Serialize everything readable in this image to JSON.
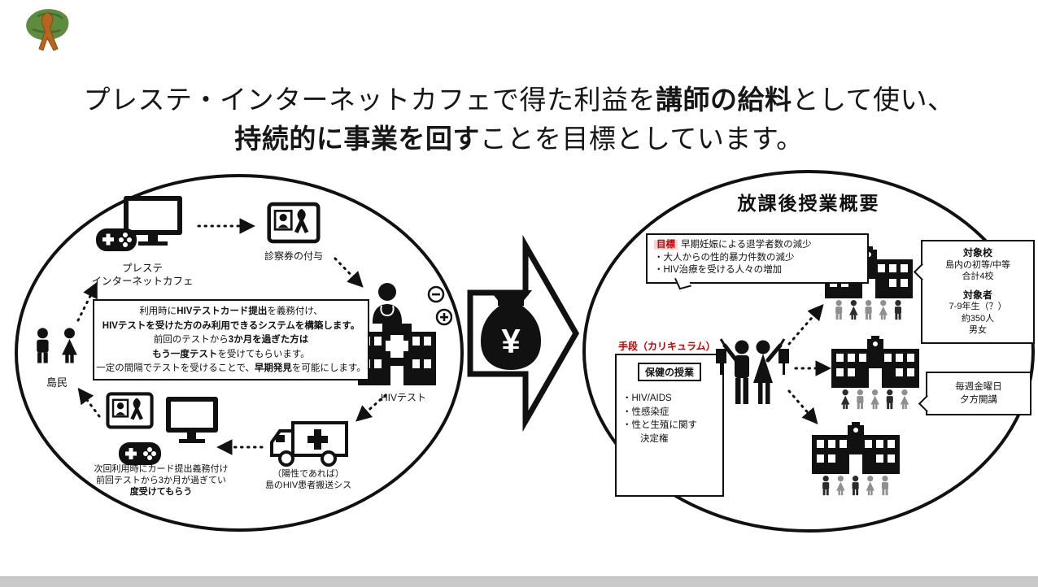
{
  "colors": {
    "ink": "#111111",
    "accent_red": "#c00000",
    "leaf_green": "#5d8c3e",
    "ribbon_orange": "#b5651d",
    "bottom_bar_gray": "#c9c9c9"
  },
  "icons": {
    "logo": "awareness-ribbon-on-green-leaf",
    "cafe": "gamepad-and-monitor",
    "card": "id-card-with-ribbon",
    "doctor_hospital": "doctor-and-hospital",
    "minus": "circled-minus",
    "plus": "circled-plus",
    "islanders": "man-and-woman",
    "recheck": "card-monitor-gamepad",
    "ambulance": "ambulance",
    "money_bag": "money-bag-with-yen",
    "teachers": "two-teachers-with-pointers",
    "school": "school-building",
    "students": "row-of-people"
  },
  "title": {
    "line1_pre": "プレステ・インターネットカフェで得た利益を",
    "line1_bold": "講師の給料",
    "line1_post": "として使い、",
    "line2_bold": "持続的に事業を回す",
    "line2_post": "ことを目標としています。"
  },
  "left_cycle": {
    "cafe_line1": "プレステ",
    "cafe_line2": "インターネットカフェ",
    "card_label": "診察券の付与",
    "hiv_test_label": "HIVテスト",
    "islanders_label": "島民",
    "center_box": {
      "l1_pre": "利用時に",
      "l1_bold": "HIVテストカード提出",
      "l1_post": "を義務付け、",
      "l2_bold": "HIVテストを受けた方のみ利用できるシステムを構築します。",
      "l3_pre": "前回のテストから",
      "l3_bold": "3か月を過ぎた方は",
      "l4_bold": "もう一度テスト",
      "l4_post": "を受けてもらいます。",
      "l5_pre": "一定の間隔でテストを受けることで、",
      "l5_bold": "早期発見",
      "l5_post": "を可能にします。"
    },
    "recheck_line1": "次回利用時にカード提出義務付け",
    "recheck_line2": "前回テストから3か月が過ぎてい",
    "recheck_line3": "度受けてもらう",
    "ambulance_line1": "（陽性であれば）",
    "ambulance_line2": "島のHIV患者搬送シス"
  },
  "money_bag": {
    "currency": "¥"
  },
  "right_overview": {
    "title": "放課後授業概要",
    "goal": {
      "label": "目標",
      "lines": [
        "早期妊娠による退学者数の減少",
        "・大人からの性的暴力件数の減少",
        "・HIV治療を受ける人々の増加"
      ]
    },
    "method": {
      "label": "手段（カリキュラム）",
      "health_class": "保健の授業",
      "items": [
        "・HIV/AIDS",
        "・性感染症",
        "・性と生殖に関す",
        "決定権"
      ]
    },
    "target_school": {
      "title": "対象校",
      "line1": "島内の初等/中等",
      "line2": "合計4校"
    },
    "target_people": {
      "title": "対象者",
      "line1": "7-9年生（？）",
      "line2": "約350人",
      "line3": "男女"
    },
    "schedule": {
      "line1": "毎週金曜日",
      "line2": "夕方開講"
    }
  }
}
